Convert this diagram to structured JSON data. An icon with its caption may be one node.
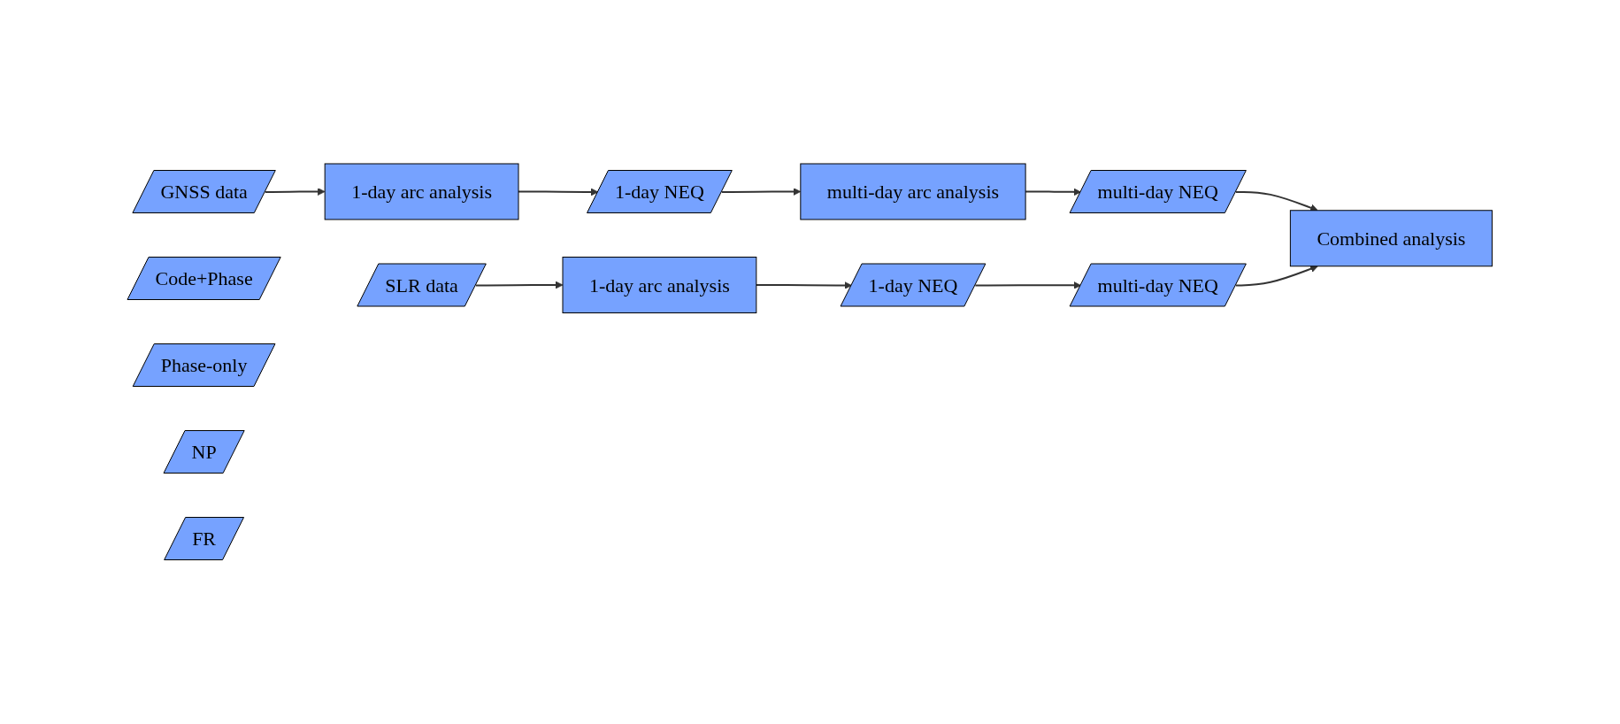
{
  "diagram": {
    "nodes": [
      {
        "text": [
          "GNSS data"
        ]
      },
      {
        "text": [
          "1-day arc analysis"
        ]
      },
      {
        "text": [
          "1-day NEQ"
        ]
      },
      {
        "text": [
          "multi-day arc analysis"
        ]
      },
      {
        "text": [
          "Code+Phase"
        ]
      },
      {
        "text": [
          "Phase-only"
        ]
      },
      {
        "text": [
          "multi-day NEQ"
        ]
      },
      {
        "text": [
          "Combined analysis"
        ]
      },
      {
        "text": [
          "SLR data"
        ]
      },
      {
        "text": [
          "1-day arc analysis"
        ]
      },
      {
        "text": [
          "1-day NEQ"
        ]
      },
      {
        "text": [
          "multi-day NEQ"
        ]
      },
      {
        "text": [
          "NP"
        ]
      },
      {
        "text": [
          "FR"
        ]
      }
    ],
    "edges": [
      {
        "from": 0,
        "to": 1,
        "arrow": "to"
      },
      {
        "from": 1,
        "to": 2,
        "arrow": "to"
      },
      {
        "from": 2,
        "to": 3,
        "arrow": "to"
      },
      {
        "from": 3,
        "to": 6,
        "arrow": "to"
      },
      {
        "from": 6,
        "to": 7,
        "arrow": "to"
      },
      {
        "from": 11,
        "to": 7,
        "arrow": "to"
      },
      {
        "from": 8,
        "to": 9,
        "arrow": "to"
      },
      {
        "from": 9,
        "to": 10,
        "arrow": "to"
      },
      {
        "from": 10,
        "to": 11,
        "arrow": "to"
      }
    ]
  }
}
